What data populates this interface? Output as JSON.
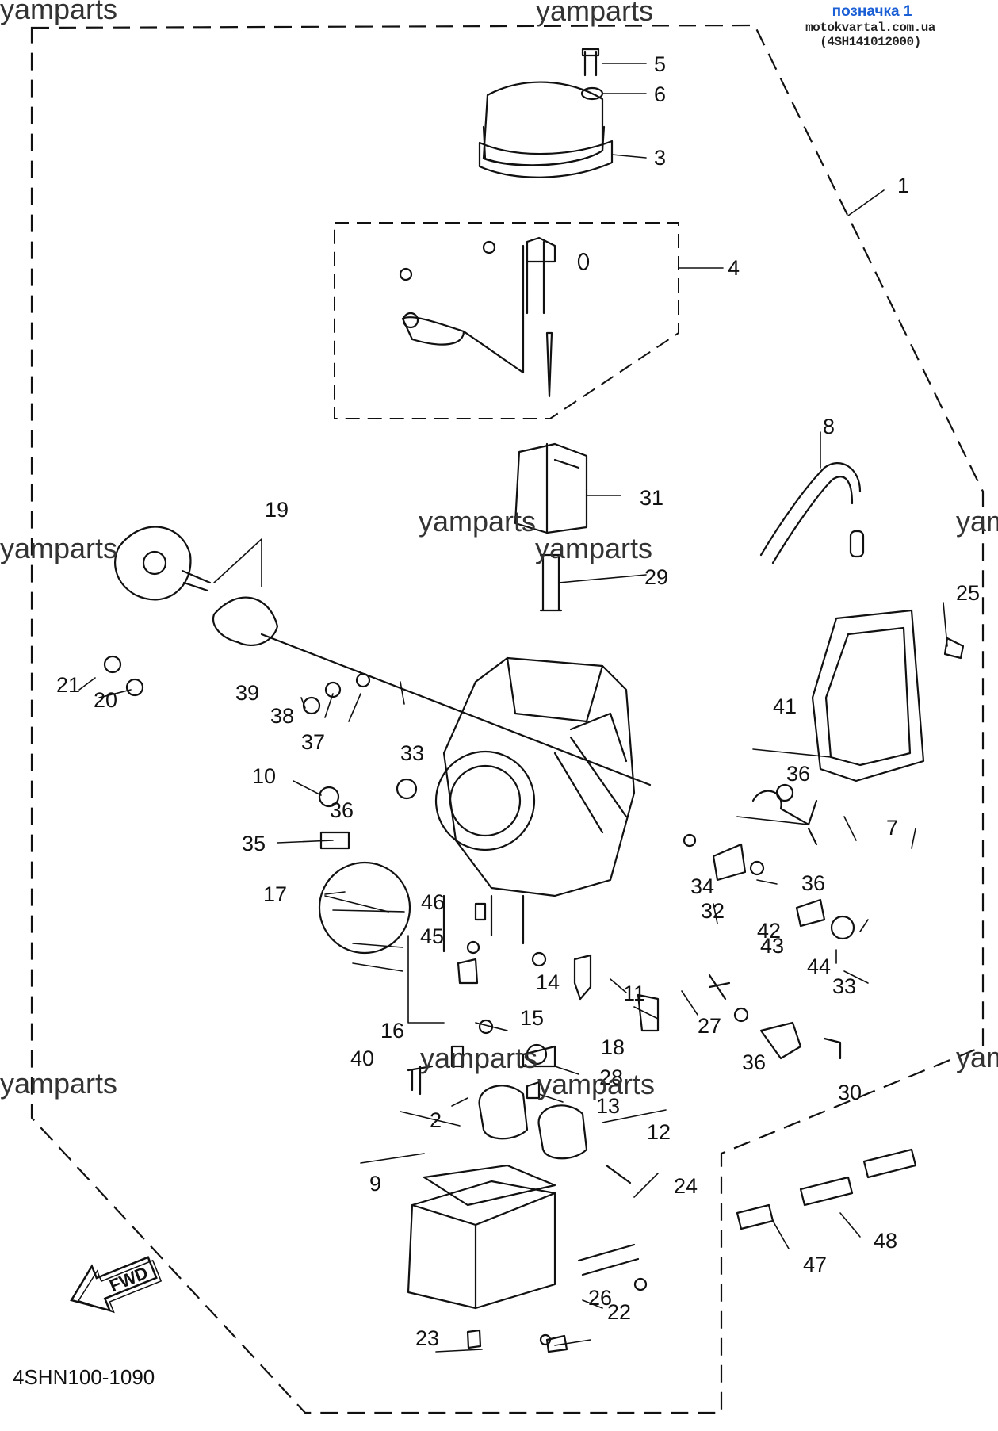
{
  "header": {
    "label": "позначка 1",
    "source": "motokvartal.com.ua (4SH141012000)"
  },
  "watermarks": [
    "yamparts",
    "yamparts",
    "yamparts",
    "yamparts",
    "yamparts",
    "yamparts",
    "yamparts",
    "yamparts",
    "yamparts",
    "yamparts"
  ],
  "diagram_code": "4SHN100-1090",
  "fwd_label": "FWD",
  "callouts": [
    "1",
    "2",
    "3",
    "4",
    "5",
    "6",
    "7",
    "8",
    "9",
    "10",
    "11",
    "12",
    "13",
    "14",
    "15",
    "16",
    "17",
    "18",
    "19",
    "20",
    "21",
    "22",
    "23",
    "24",
    "25",
    "26",
    "27",
    "28",
    "29",
    "30",
    "31",
    "32",
    "33",
    "33",
    "34",
    "35",
    "36",
    "36",
    "36",
    "36",
    "37",
    "38",
    "39",
    "40",
    "41",
    "42",
    "43",
    "44",
    "45",
    "46",
    "47",
    "48"
  ]
}
